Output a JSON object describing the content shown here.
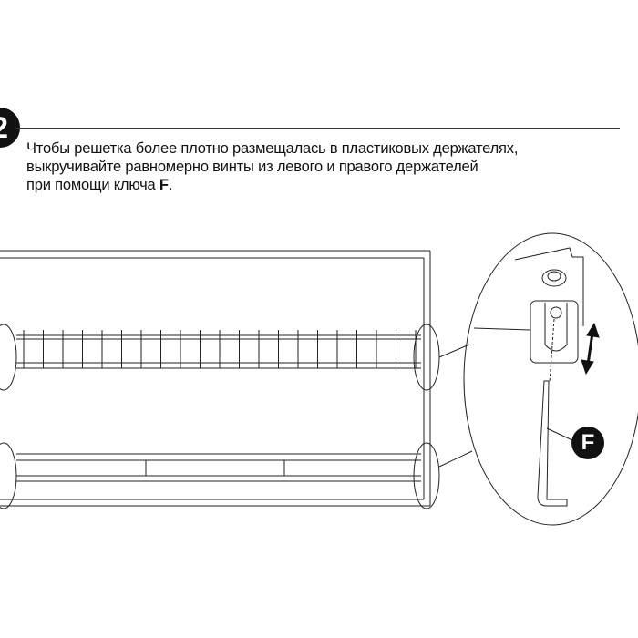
{
  "step": {
    "number": "2"
  },
  "instruction": {
    "line1": "Чтобы решетка более плотно размещалась в пластиковых держателях,",
    "line2": "выкручивайте равномерно винты из левого и правого держателей",
    "line3_prefix": "при помощи ключа ",
    "line3_key": "F",
    "line3_suffix": "."
  },
  "callout": {
    "tool_label": "F"
  }
}
